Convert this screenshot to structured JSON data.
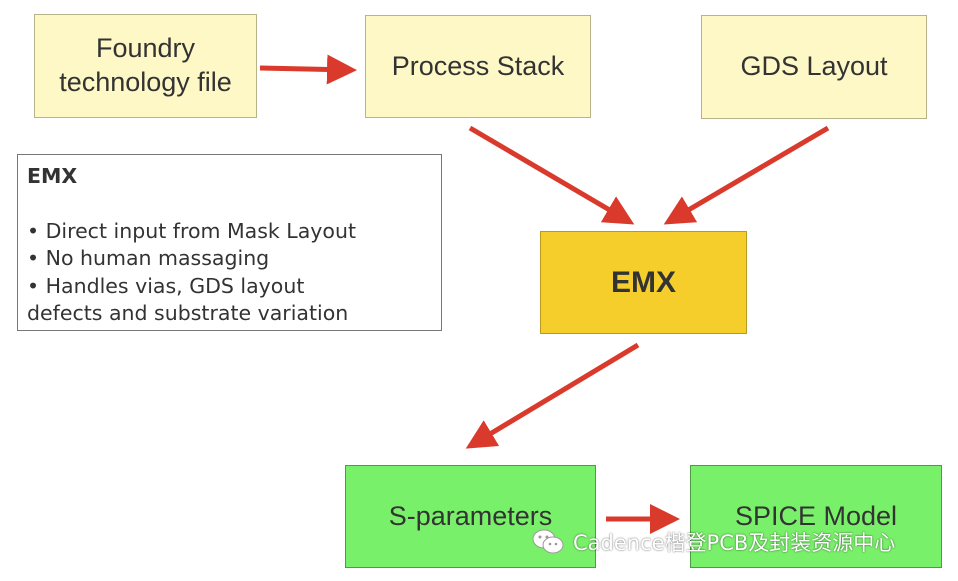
{
  "nodes": {
    "foundry": "Foundry\ntechnology file",
    "process_stack": "Process Stack",
    "gds_layout": "GDS Layout",
    "emx": "EMX",
    "s_parameters": "S-parameters",
    "spice_model": "SPICE Model"
  },
  "notes": {
    "title": "EMX",
    "lines": [
      "• Direct input from Mask Layout",
      "• No human massaging",
      "• Handles vias, GDS layout",
      "defects and substrate variation"
    ]
  },
  "watermark": {
    "text": "Cadence楷登PCB及封装资源中心",
    "icon": "wechat-icon"
  },
  "colors": {
    "cream_box": "#fdf8c6",
    "emx_box": "#f6ce2c",
    "output_box": "#79f06a",
    "arrow": "#d93a2b"
  }
}
